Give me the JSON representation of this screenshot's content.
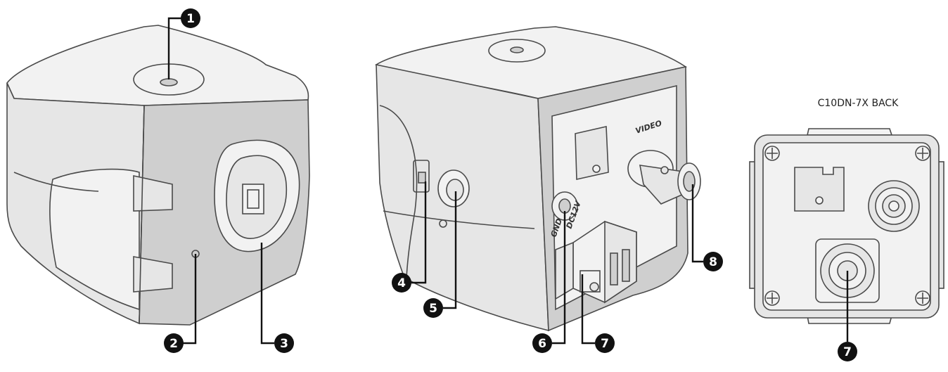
{
  "figures": {
    "back_caption": "C10DN-7X BACK",
    "video_label": "VIDEO",
    "gnd_label": "GND",
    "dc_label": "DC12V"
  },
  "callouts": [
    {
      "id": "1",
      "label": "1"
    },
    {
      "id": "2",
      "label": "2"
    },
    {
      "id": "3",
      "label": "3"
    },
    {
      "id": "4",
      "label": "4"
    },
    {
      "id": "5",
      "label": "5"
    },
    {
      "id": "6",
      "label": "6"
    },
    {
      "id": "7",
      "label": "7"
    },
    {
      "id": "8",
      "label": "8"
    },
    {
      "id": "7b",
      "label": "7"
    }
  ],
  "colors": {
    "body": "#e6e6e6",
    "outline": "#4a4a4a",
    "callout": "#111111"
  }
}
